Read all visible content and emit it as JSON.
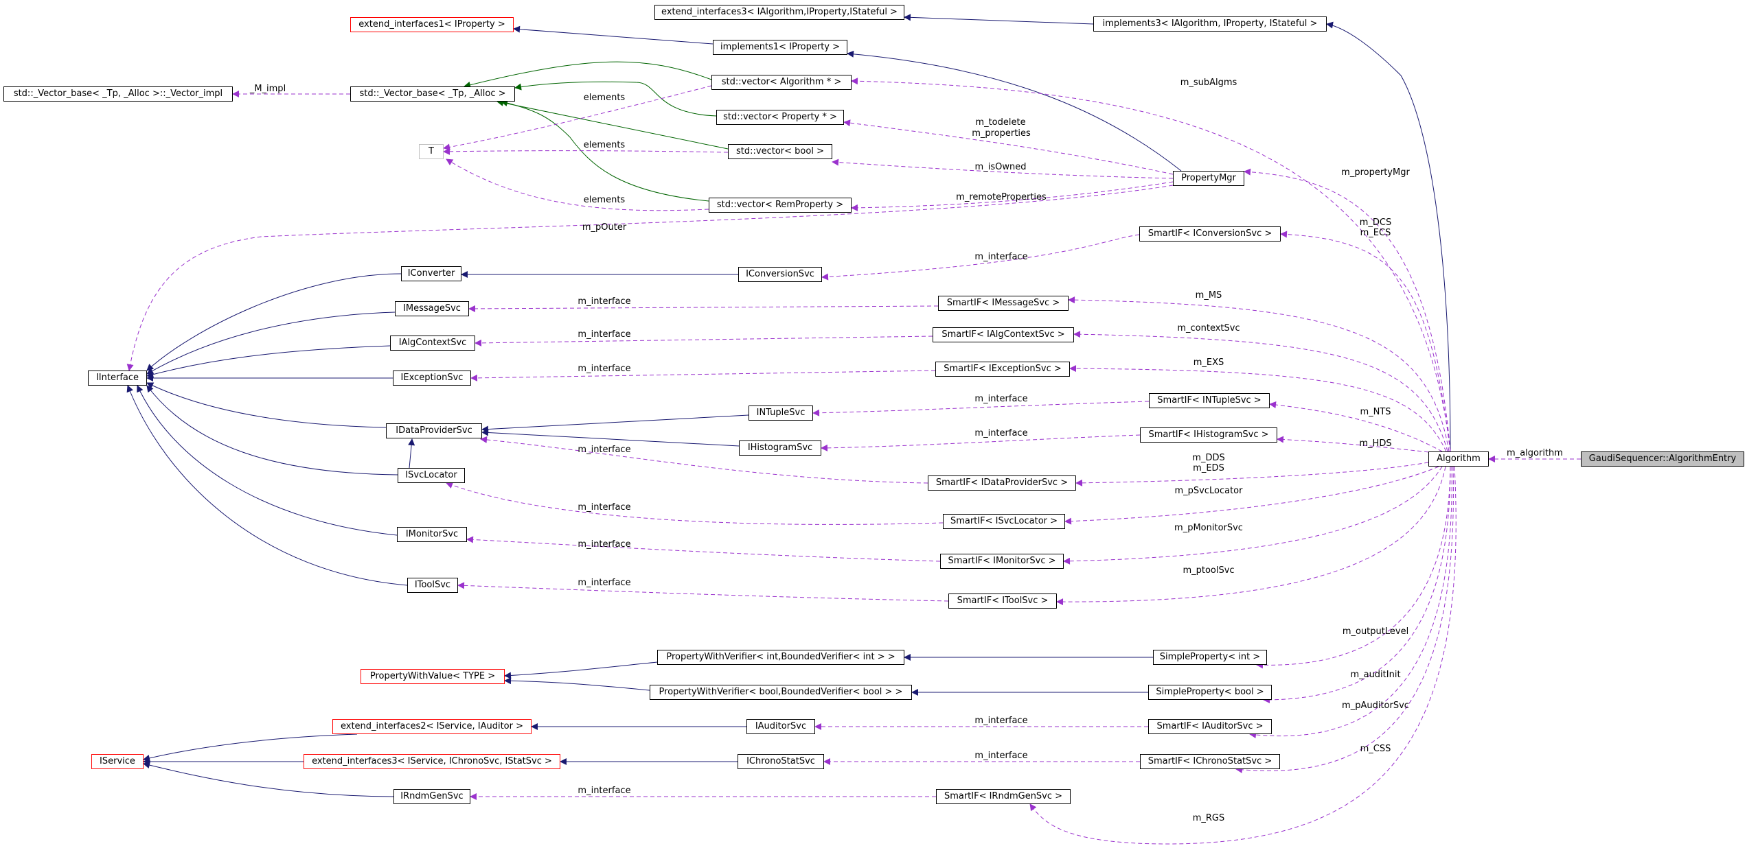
{
  "diagram": {
    "nodes": [
      {
        "id": "ei3_alg",
        "label": "extend_interfaces3< IAlgorithm,IProperty,IStateful >",
        "border": "black"
      },
      {
        "id": "impl3",
        "label": "implements3< IAlgorithm, IProperty, IStateful >",
        "border": "black"
      },
      {
        "id": "ei1",
        "label": "extend_interfaces1< IProperty >",
        "border": "red"
      },
      {
        "id": "impl1",
        "label": "implements1< IProperty >",
        "border": "black"
      },
      {
        "id": "vimpl",
        "label": "std::_Vector_base< _Tp, _Alloc >::_Vector_impl",
        "border": "black"
      },
      {
        "id": "vbase",
        "label": "std::_Vector_base< _Tp, _Alloc >",
        "border": "black"
      },
      {
        "id": "vecalg",
        "label": "std::vector< Algorithm * >",
        "border": "black"
      },
      {
        "id": "vecprop",
        "label": "std::vector< Property * >",
        "border": "black"
      },
      {
        "id": "vecbool",
        "label": "std::vector< bool >",
        "border": "black"
      },
      {
        "id": "vecrem",
        "label": "std::vector< RemProperty >",
        "border": "black"
      },
      {
        "id": "T",
        "label": "T",
        "border": "gray"
      },
      {
        "id": "propmgr",
        "label": "PropertyMgr",
        "border": "black"
      },
      {
        "id": "sc_conv",
        "label": "SmartIF< IConversionSvc >",
        "border": "black"
      },
      {
        "id": "iconverter",
        "label": "IConverter",
        "border": "black"
      },
      {
        "id": "iconvsvc",
        "label": "IConversionSvc",
        "border": "black"
      },
      {
        "id": "imsgsvc",
        "label": "IMessageSvc",
        "border": "black"
      },
      {
        "id": "sc_msg",
        "label": "SmartIF< IMessageSvc >",
        "border": "black"
      },
      {
        "id": "ialgctx",
        "label": "IAlgContextSvc",
        "border": "black"
      },
      {
        "id": "sc_algctx",
        "label": "SmartIF< IAlgContextSvc >",
        "border": "black"
      },
      {
        "id": "iinterface",
        "label": "IInterface",
        "border": "black"
      },
      {
        "id": "iexcsvc",
        "label": "IExceptionSvc",
        "border": "black"
      },
      {
        "id": "sc_exc",
        "label": "SmartIF< IExceptionSvc >",
        "border": "black"
      },
      {
        "id": "intuple",
        "label": "INTupleSvc",
        "border": "black"
      },
      {
        "id": "sc_ntuple",
        "label": "SmartIF< INTupleSvc >",
        "border": "black"
      },
      {
        "id": "idataprov",
        "label": "IDataProviderSvc",
        "border": "black"
      },
      {
        "id": "ihisto",
        "label": "IHistogramSvc",
        "border": "black"
      },
      {
        "id": "sc_histo",
        "label": "SmartIF< IHistogramSvc >",
        "border": "black"
      },
      {
        "id": "algorithm",
        "label": "Algorithm",
        "border": "black"
      },
      {
        "id": "algentry",
        "label": "GaudiSequencer::AlgorithmEntry",
        "border": "black",
        "fill": "#bfbfbf"
      },
      {
        "id": "isvcloc",
        "label": "ISvcLocator",
        "border": "black"
      },
      {
        "id": "sc_dataprov",
        "label": "SmartIF< IDataProviderSvc >",
        "border": "black"
      },
      {
        "id": "sc_svcloc",
        "label": "SmartIF< ISvcLocator >",
        "border": "black"
      },
      {
        "id": "imonitor",
        "label": "IMonitorSvc",
        "border": "black"
      },
      {
        "id": "sc_monitor",
        "label": "SmartIF< IMonitorSvc >",
        "border": "black"
      },
      {
        "id": "itool",
        "label": "IToolSvc",
        "border": "black"
      },
      {
        "id": "sc_tool",
        "label": "SmartIF< IToolSvc >",
        "border": "black"
      },
      {
        "id": "pwv_int",
        "label": "PropertyWithVerifier< int,BoundedVerifier< int > >",
        "border": "black"
      },
      {
        "id": "sp_int",
        "label": "SimpleProperty< int >",
        "border": "black"
      },
      {
        "id": "pwvalue",
        "label": "PropertyWithValue< TYPE >",
        "border": "red"
      },
      {
        "id": "pwv_bool",
        "label": "PropertyWithVerifier< bool,BoundedVerifier< bool > >",
        "border": "black"
      },
      {
        "id": "sp_bool",
        "label": "SimpleProperty< bool >",
        "border": "black"
      },
      {
        "id": "ei2",
        "label": "extend_interfaces2< IService, IAuditor >",
        "border": "red"
      },
      {
        "id": "iauditor",
        "label": "IAuditorSvc",
        "border": "black"
      },
      {
        "id": "sc_auditor",
        "label": "SmartIF< IAuditorSvc >",
        "border": "black"
      },
      {
        "id": "iservice",
        "label": "IService",
        "border": "red"
      },
      {
        "id": "ei3_svc",
        "label": "extend_interfaces3< IService, IChronoSvc, IStatSvc >",
        "border": "red"
      },
      {
        "id": "ichrono",
        "label": "IChronoStatSvc",
        "border": "black"
      },
      {
        "id": "sc_chrono",
        "label": "SmartIF< IChronoStatSvc >",
        "border": "black"
      },
      {
        "id": "irndm",
        "label": "IRndmGenSvc",
        "border": "black"
      },
      {
        "id": "sc_rndm",
        "label": "SmartIF< IRndmGenSvc >",
        "border": "black"
      }
    ],
    "edge_labels": [
      {
        "id": "lbl_m_impl",
        "text": "_M_impl"
      },
      {
        "id": "lbl_m_subalgms",
        "text": "m_subAlgms"
      },
      {
        "id": "lbl_elements_1",
        "text": "elements"
      },
      {
        "id": "lbl_m_todelete",
        "text": "m_todelete"
      },
      {
        "id": "lbl_m_properties",
        "text": "m_properties"
      },
      {
        "id": "lbl_elements_2",
        "text": "elements"
      },
      {
        "id": "lbl_m_isowned",
        "text": "m_isOwned"
      },
      {
        "id": "lbl_m_propertymgr",
        "text": "m_propertyMgr"
      },
      {
        "id": "lbl_elements_3",
        "text": "elements"
      },
      {
        "id": "lbl_m_remoteprops",
        "text": "m_remoteProperties"
      },
      {
        "id": "lbl_m_pouter",
        "text": "m_pOuter"
      },
      {
        "id": "lbl_m_dcs",
        "text": "m_DCS"
      },
      {
        "id": "lbl_m_ecs",
        "text": "m_ECS"
      },
      {
        "id": "lbl_m_interface_conv",
        "text": "m_interface"
      },
      {
        "id": "lbl_m_interface_msg",
        "text": "m_interface"
      },
      {
        "id": "lbl_m_ms",
        "text": "m_MS"
      },
      {
        "id": "lbl_m_interface_ctx",
        "text": "m_interface"
      },
      {
        "id": "lbl_m_contextsvc",
        "text": "m_contextSvc"
      },
      {
        "id": "lbl_m_interface_exc",
        "text": "m_interface"
      },
      {
        "id": "lbl_m_exs",
        "text": "m_EXS"
      },
      {
        "id": "lbl_m_interface_nt",
        "text": "m_interface"
      },
      {
        "id": "lbl_m_nts",
        "text": "m_NTS"
      },
      {
        "id": "lbl_m_interface_hist",
        "text": "m_interface"
      },
      {
        "id": "lbl_m_hds",
        "text": "m_HDS"
      },
      {
        "id": "lbl_m_algorithm",
        "text": "m_algorithm"
      },
      {
        "id": "lbl_m_interface_dp",
        "text": "m_interface"
      },
      {
        "id": "lbl_m_dds",
        "text": "m_DDS"
      },
      {
        "id": "lbl_m_eds",
        "text": "m_EDS"
      },
      {
        "id": "lbl_m_psvclocator",
        "text": "m_pSvcLocator"
      },
      {
        "id": "lbl_m_interface_sl",
        "text": "m_interface"
      },
      {
        "id": "lbl_m_interface_mon",
        "text": "m_interface"
      },
      {
        "id": "lbl_m_pmonitorsvc",
        "text": "m_pMonitorSvc"
      },
      {
        "id": "lbl_m_interface_tool",
        "text": "m_interface"
      },
      {
        "id": "lbl_m_ptoolsvc",
        "text": "m_ptoolSvc"
      },
      {
        "id": "lbl_m_outputlevel",
        "text": "m_outputLevel"
      },
      {
        "id": "lbl_m_auditinit",
        "text": "m_auditInit"
      },
      {
        "id": "lbl_m_pauditorsvc",
        "text": "m_pAuditorSvc"
      },
      {
        "id": "lbl_m_interface_aud",
        "text": "m_interface"
      },
      {
        "id": "lbl_m_interface_chr",
        "text": "m_interface"
      },
      {
        "id": "lbl_m_css",
        "text": "m_CSS"
      },
      {
        "id": "lbl_m_interface_rnd",
        "text": "m_interface"
      },
      {
        "id": "lbl_m_rgs",
        "text": "m_RGS"
      }
    ]
  },
  "colors": {
    "inheritance_public": "#191970",
    "inheritance_template": "#006400",
    "usage": "#9a32cd",
    "root_fill": "#bfbfbf",
    "template_border": "#ff0000",
    "undocumented_border": "#bfbfbf"
  }
}
